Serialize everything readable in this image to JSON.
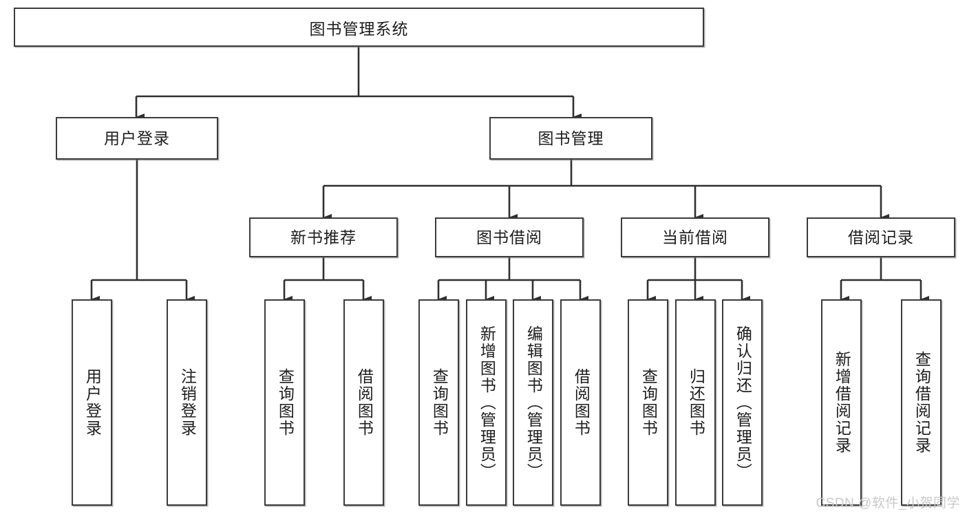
{
  "diagram": {
    "title_node": {
      "label": "图书管理系统"
    },
    "level2": [
      {
        "id": "user-login",
        "label": "用户登录"
      },
      {
        "id": "book-manage",
        "label": "图书管理"
      }
    ],
    "level3": [
      {
        "id": "new-book-recommend",
        "label": "新书推荐"
      },
      {
        "id": "book-borrow",
        "label": "图书借阅"
      },
      {
        "id": "current-borrow",
        "label": "当前借阅"
      },
      {
        "id": "borrow-record",
        "label": "借阅记录"
      }
    ],
    "leaves": [
      {
        "id": "leaf-user-login",
        "label": "用户登录"
      },
      {
        "id": "leaf-logout-login",
        "label": "注销登录"
      },
      {
        "id": "leaf-query-book-1",
        "label": "查询图书"
      },
      {
        "id": "leaf-borrow-book-1",
        "label": "借阅图书"
      },
      {
        "id": "leaf-query-book-2",
        "label": "查询图书"
      },
      {
        "id": "leaf-add-book-admin",
        "label": "新增图书（管理员）"
      },
      {
        "id": "leaf-edit-book-admin",
        "label": "编辑图书（管理员）"
      },
      {
        "id": "leaf-borrow-book-2",
        "label": "借阅图书"
      },
      {
        "id": "leaf-query-book-3",
        "label": "查询图书"
      },
      {
        "id": "leaf-return-book",
        "label": "归还图书"
      },
      {
        "id": "leaf-confirm-return-admin",
        "label": "确认归还（管理员）"
      },
      {
        "id": "leaf-add-borrow-record",
        "label": "新增借阅记录"
      },
      {
        "id": "leaf-query-borrow-record",
        "label": "查询借阅记录"
      }
    ]
  },
  "watermark": {
    "text": "CSDN @软件_小贺同学"
  },
  "colors": {
    "border": "#3b3b3b",
    "line": "#2f2f2f",
    "text": "#1d1d1d",
    "background": "#ffffff",
    "watermark": "#c9c9c9"
  }
}
